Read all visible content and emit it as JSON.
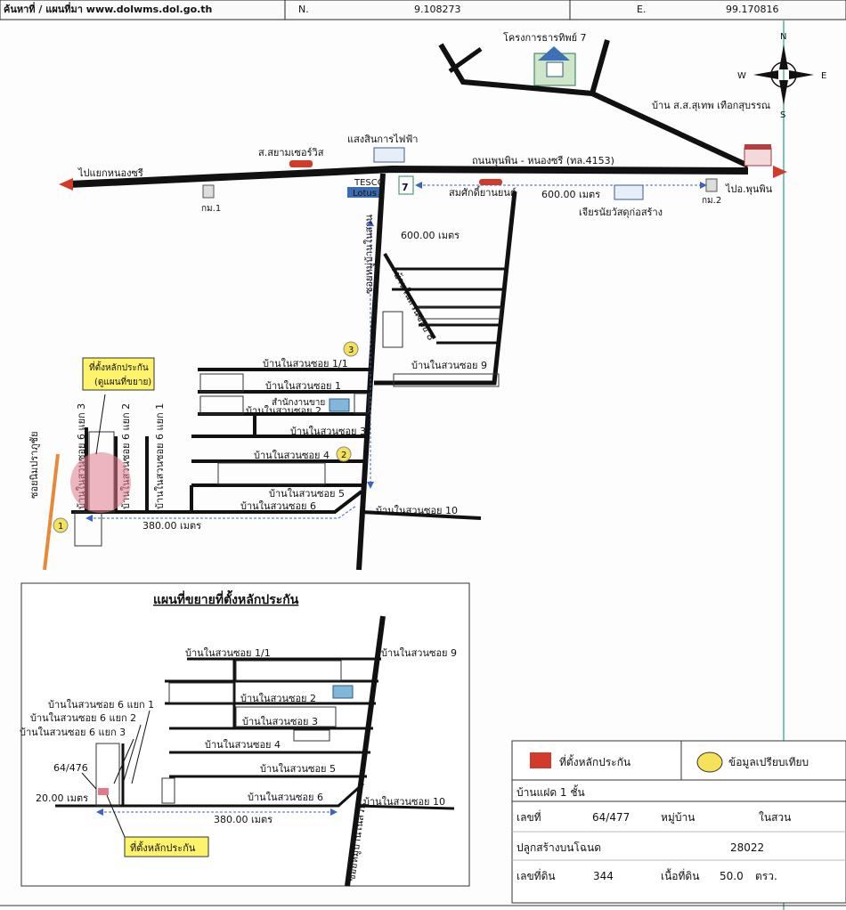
{
  "header": {
    "source": "ค้นหาที่ / แผนที่มา www.dolwms.dol.go.th",
    "n_label": "N.",
    "n_value": "9.108273",
    "e_label": "E.",
    "e_value": "99.170816"
  },
  "compass": {
    "n": "N",
    "s": "S",
    "e": "E",
    "w": "W"
  },
  "landmarks": {
    "project": "โครงการธารทิพย์ 7",
    "house_right": "บ้าน ส.ส.สุเทพ เทือกสุบรรณ",
    "siam": "ส.สยามเซอร์วิส",
    "electric": "แสงสินการไฟฟ้า",
    "main_road": "ถนนพุนพิน - หนองซรี (ทล.4153)",
    "to_left": "ไปแยกหนองซรี",
    "to_right": "ไปอ.พุนพิน",
    "km1": "กม.1",
    "km2": "กม.2",
    "tesco": "TESCO",
    "lotus": "Lotus",
    "seven": "7",
    "car_shop": "สมศักดิ์ยานยนต์",
    "dist_600_h": "600.00 เมตร",
    "dist_600_v": "600.00 เมตร",
    "temple": "เจียรนัยวัสดุก่อสร้าง",
    "soi_main": "ซอยหมู่บ้านในสวน",
    "soi8": "บ้านในสวนซอย 8",
    "soi9": "บ้านในสวนซอย 9",
    "soi1_1": "บ้านในสวนซอย 1/1",
    "soi1": "บ้านในสวนซอย 1",
    "sales": "สำนักงานขาย",
    "soi2": "บ้านในสวนซอย 2",
    "soi3": "บ้านในสวนซอย 3",
    "soi4": "บ้านในสวนซอย 4",
    "soi5": "บ้านในสวนซอย 5",
    "soi6": "บ้านในสวนซอย 6",
    "soi10": "บ้านในสวนซอย 10",
    "soi6_1": "บ้านในสวนซอย 6 แยก 1",
    "soi6_2": "บ้านในสวนซอย 6 แยก 2",
    "soi6_3": "บ้านในสวนซอย 6 แยก 3",
    "collateral_note1": "ที่ตั้งหลักประกัน",
    "collateral_note2": "(ดูแผนที่ขยาย)",
    "soi_left": "ซอยนิมปราภูชัย",
    "dist_380": "380.00 เมตร",
    "marker1": "1",
    "marker2": "2",
    "marker3": "3"
  },
  "inset": {
    "title": "แผนที่ขยายที่ตั้งหลักประกัน",
    "soi1_1": "บ้านในสวนซอย 1/1",
    "soi9": "บ้านในสวนซอย 9",
    "soi2": "บ้านในสวนซอย 2",
    "soi3": "บ้านในสวนซอย 3",
    "soi4": "บ้านในสวนซอย 4",
    "soi5": "บ้านในสวนซอย 5",
    "soi6": "บ้านในสวนซอย 6",
    "soi10": "บ้านในสวนซอย 10",
    "soi6_1": "บ้านในสวนซอย 6 แยก 1",
    "soi6_2": "บ้านในสวนซอย 6 แยก 2",
    "soi6_3": "บ้านในสวนซอย 6 แยก 3",
    "plot": "64/476",
    "dist_20": "20.00 เมตร",
    "dist_380": "380.00 เมตร",
    "collateral": "ที่ตั้งหลักประกัน",
    "soi_main": "ซอยหมู่บ้านในสวน"
  },
  "legend": {
    "collateral": "ที่ตั้งหลักประกัน",
    "comparison": "ข้อมูลเปรียบเทียบ"
  },
  "property": {
    "type": "บ้านแฝด 1 ชั้น",
    "no_label": "เลขที่",
    "no_value": "64/477",
    "village_label": "หมู่บ้าน",
    "village_value": "ในสวน",
    "deed_label": "ปลูกสร้างบนโฉนด",
    "deed_value": "28022",
    "land_no_label": "เลขที่ดิน",
    "land_no_value": "344",
    "area_label": "เนื้อที่ดิน",
    "area_value": "50.0",
    "area_unit": "ตรว."
  },
  "colors": {
    "collateral_fill": "#e07a8a",
    "highlight_yellow": "#fff36b",
    "marker_yellow": "#f5e15a",
    "orange_road": "#e68a3a",
    "blue_arrow": "#3b62c8",
    "red_arrow": "#d23a2a",
    "teal_line": "#4fb3a8"
  }
}
